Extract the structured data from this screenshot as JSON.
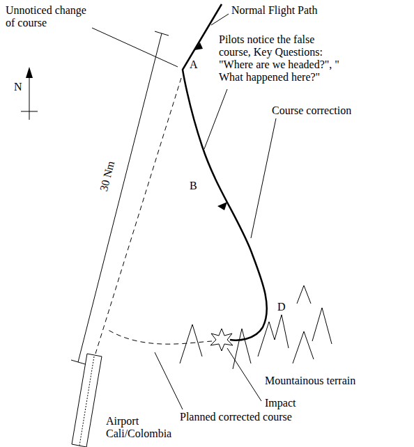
{
  "diagram": {
    "labels": [
      "Normal Flight Path",
      "Unnoticed change of course",
      "Pilots notice the false course, Key Questions: \"Where are we headed?\", \" What happened here?\"",
      "N",
      "A",
      "B",
      "Course correction",
      "30 Nm",
      "D",
      "Mountainous terrain",
      "Impact",
      "Planned corrected course",
      "Airport Cali/Colombia"
    ]
  }
}
